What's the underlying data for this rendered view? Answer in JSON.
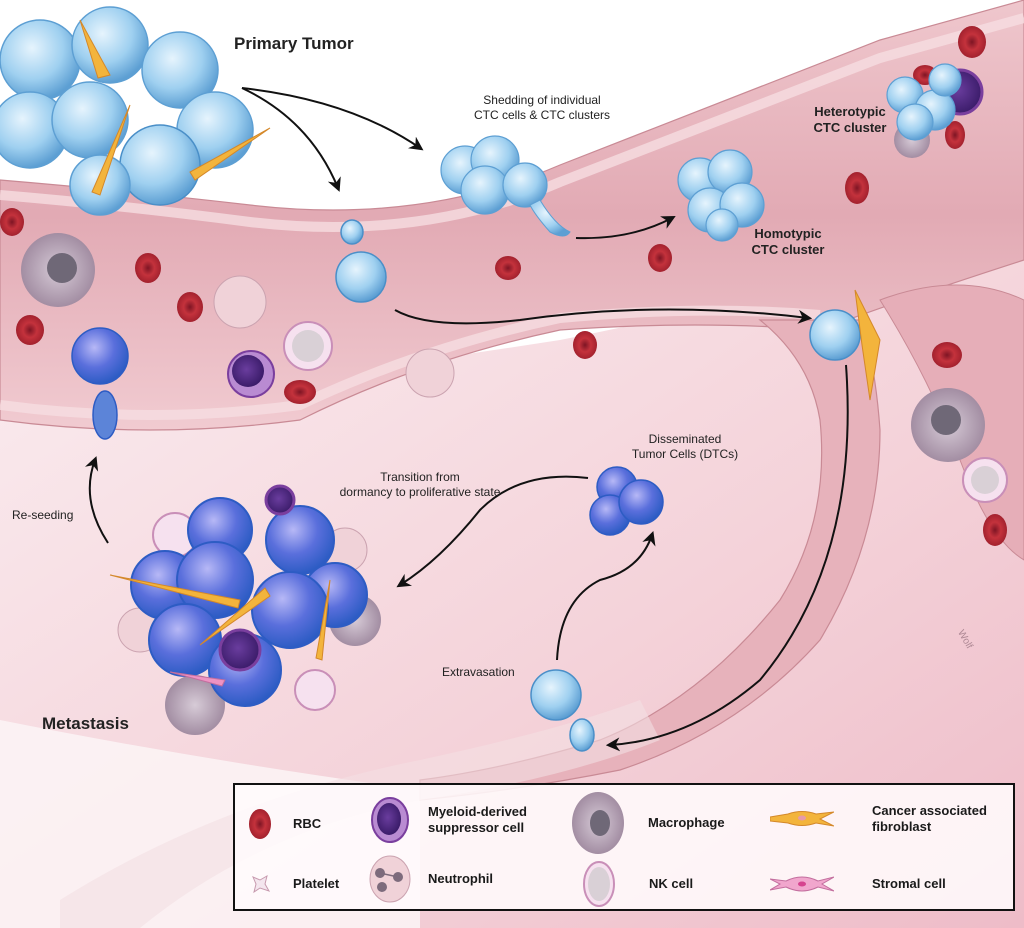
{
  "labels": {
    "primary_tumor": "Primary Tumor",
    "shedding_line1": "Shedding of individual",
    "shedding_line2": "CTC cells & CTC clusters",
    "heterotypic_line1": "Heterotypic",
    "heterotypic_line2": "CTC cluster",
    "homotypic_line1": "Homotypic",
    "homotypic_line2": "CTC cluster",
    "dtc_line1": "Disseminated",
    "dtc_line2": "Tumor Cells (DTCs)",
    "transition_line1": "Transition from",
    "transition_line2": "dormancy to proliferative state",
    "reseeding": "Re-seeding",
    "extravasation": "Extravasation",
    "metastasis": "Metastasis",
    "signature": "Wolf"
  },
  "legend": {
    "items": [
      {
        "id": "rbc",
        "label_line1": "RBC",
        "label_line2": "",
        "icon": "rbc-icon",
        "color": "#c0303a"
      },
      {
        "id": "mdsc",
        "label_line1": "Myeloid-derived",
        "label_line2": "suppressor cell",
        "icon": "mdsc-icon",
        "color": "#7a3f9e"
      },
      {
        "id": "macrophage",
        "label_line1": "Macrophage",
        "label_line2": "",
        "icon": "macrophage-icon",
        "color": "#a895a8"
      },
      {
        "id": "caf",
        "label_line1": "Cancer associated",
        "label_line2": "fibroblast",
        "icon": "fibroblast-icon",
        "color": "#f3b43c"
      },
      {
        "id": "platelet",
        "label_line1": "Platelet",
        "label_line2": "",
        "icon": "platelet-icon",
        "color": "#f1e4ec"
      },
      {
        "id": "neutrophil",
        "label_line1": "Neutrophil",
        "label_line2": "",
        "icon": "neutrophil-icon",
        "color": "#e8c8d0"
      },
      {
        "id": "nk",
        "label_line1": "NK cell",
        "label_line2": "",
        "icon": "nk-cell-icon",
        "color": "#e7c3df"
      },
      {
        "id": "stromal",
        "label_line1": "Stromal cell",
        "label_line2": "",
        "icon": "stromal-cell-icon",
        "color": "#e889c0"
      }
    ]
  },
  "colors": {
    "vessel": "#e9b8bf",
    "vessel_dark": "#c98a95",
    "tissue": "#f3d0d7",
    "ctc": "#8fc6ea",
    "dtc": "#4a78d8",
    "arrow": "#111111"
  }
}
